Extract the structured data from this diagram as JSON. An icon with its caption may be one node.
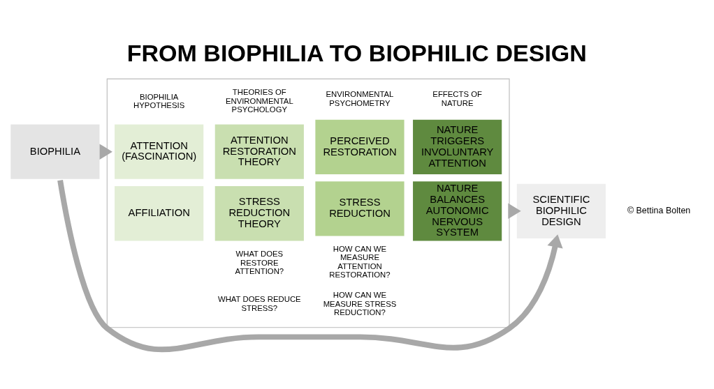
{
  "diagram": {
    "title": "FROM BIOPHILIA TO BIOPHILIC DESIGN",
    "nodes": [
      {
        "text": [
          "BIOPHILIA"
        ]
      },
      {
        "text": [],
        "shape": "box"
      },
      {
        "text": [
          "ATTENTION (FASCINATION)"
        ],
        "in": 1
      },
      {
        "text": [
          "ATTENTION RESTORATION THEORY"
        ],
        "in": 1
      },
      {
        "text": [
          "PERCEIVED RESTORATION"
        ],
        "in": 1
      },
      {
        "text": [
          "NATURE TRIGGERS INVOLUNTARY ATTENTION"
        ],
        "in": 1
      },
      {
        "text": [
          "AFFILIATION"
        ],
        "in": 1
      },
      {
        "text": [
          "STRESS REDUCTION THEORY"
        ],
        "in": 1
      },
      {
        "text": [
          "STRESS REDUCTION"
        ],
        "in": 1
      },
      {
        "text": [
          "NATURE BALANCES AUTONOMIC NERVOUS SYSTEM"
        ],
        "in": 1
      },
      {
        "text": [
          "SCIENTIFIC BIOPHILIC DESIGN"
        ]
      }
    ],
    "edges": [
      {
        "from": 0,
        "to": 1,
        "arrow": "to"
      },
      {
        "from": 1,
        "to": 10,
        "arrow": "to"
      },
      {
        "from": 0,
        "to": 10,
        "arrow": "to"
      }
    ],
    "labels": [
      "BIOPHILIA HYPOTHESIS",
      "THEORIES OF ENVIRONMENTAL PSYCHOLOGY",
      "ENVIRONMENTAL PSYCHOMETRY",
      "EFFECTS OF NATURE",
      "WHAT DOES RESTORE ATTENTION?",
      "WHAT DOES REDUCE STRESS?",
      "HOW CAN WE MEASURE ATTENTION RESTORATION?",
      "HOW CAN WE MEASURE STRESS REDUCTION?",
      "© Bettina Bolten"
    ]
  }
}
